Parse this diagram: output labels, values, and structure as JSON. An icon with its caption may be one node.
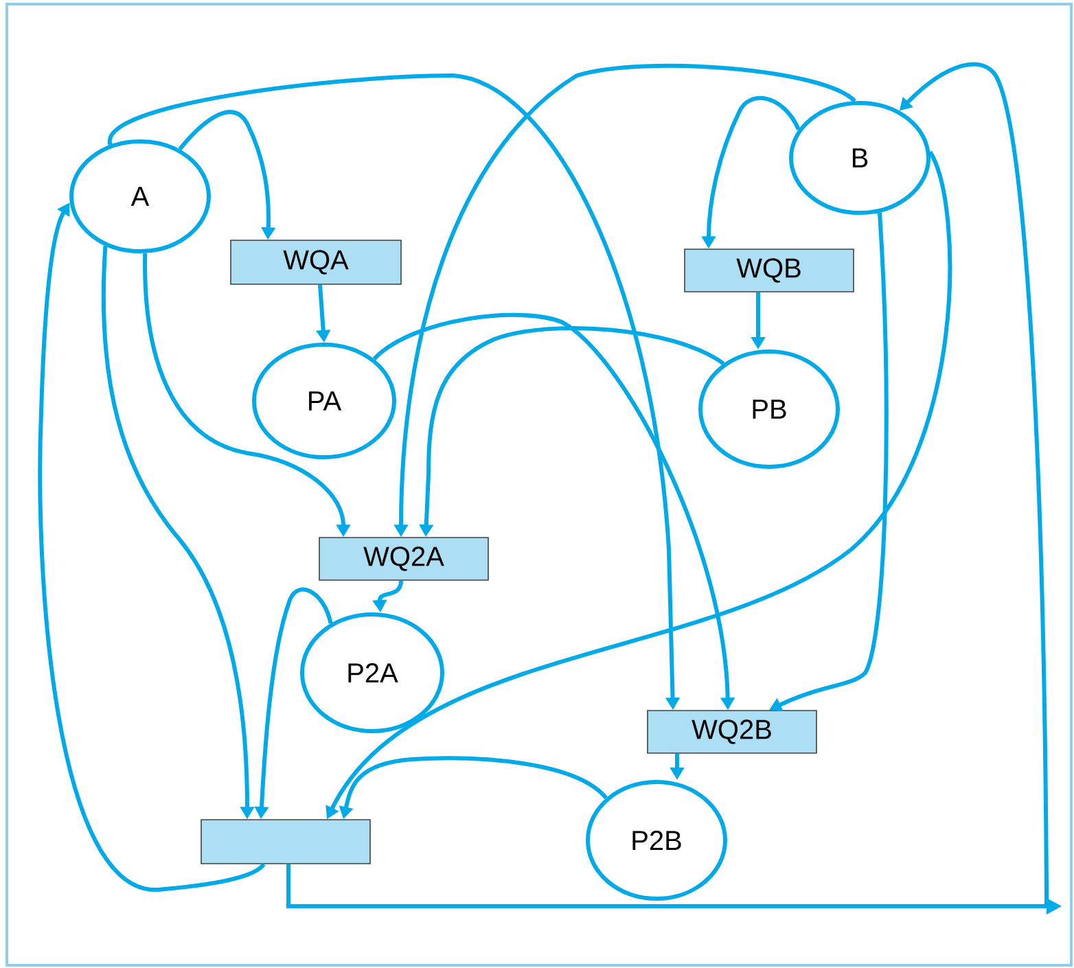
{
  "diagram": {
    "nodes": [
      {
        "text": [
          "A"
        ]
      },
      {
        "text": [
          "WQA"
        ]
      },
      {
        "text": [
          "B"
        ]
      },
      {
        "text": [
          "WQB"
        ]
      },
      {
        "text": [
          "PA"
        ]
      },
      {
        "text": [
          "PB"
        ]
      },
      {
        "text": [
          "WQ2A"
        ]
      },
      {
        "text": [
          "P2A"
        ]
      },
      {
        "text": [
          "WQ2B"
        ]
      },
      {
        "text": [
          "P2B"
        ]
      },
      {
        "text": [],
        "shape": "box"
      }
    ],
    "edges": [
      {
        "from": 0,
        "to": 1,
        "arrow": "to"
      },
      {
        "from": 1,
        "to": 4,
        "arrow": "to"
      },
      {
        "from": 2,
        "to": 3,
        "arrow": "to"
      },
      {
        "from": 3,
        "to": 5,
        "arrow": "to"
      },
      {
        "from": 0,
        "to": 8,
        "arrow": "to"
      },
      {
        "from": 2,
        "to": 6,
        "arrow": "to"
      },
      {
        "from": 4,
        "to": 8,
        "arrow": "to"
      },
      {
        "from": 5,
        "to": 6,
        "arrow": "to"
      },
      {
        "from": 0,
        "to": 6,
        "arrow": "to"
      },
      {
        "from": 0,
        "to": 10,
        "arrow": "to"
      },
      {
        "from": 7,
        "to": 10,
        "arrow": "to"
      },
      {
        "from": 6,
        "to": 7,
        "arrow": "to"
      },
      {
        "from": 2,
        "to": 8,
        "arrow": "to"
      },
      {
        "from": 2,
        "to": 10,
        "arrow": "to"
      },
      {
        "from": 9,
        "to": 10,
        "arrow": "to"
      },
      {
        "from": 8,
        "to": 9,
        "arrow": "to"
      },
      {
        "from": 10,
        "to": 0,
        "arrow": "to"
      },
      {
        "from": 10,
        "to": 2,
        "arrow": "to"
      }
    ]
  }
}
